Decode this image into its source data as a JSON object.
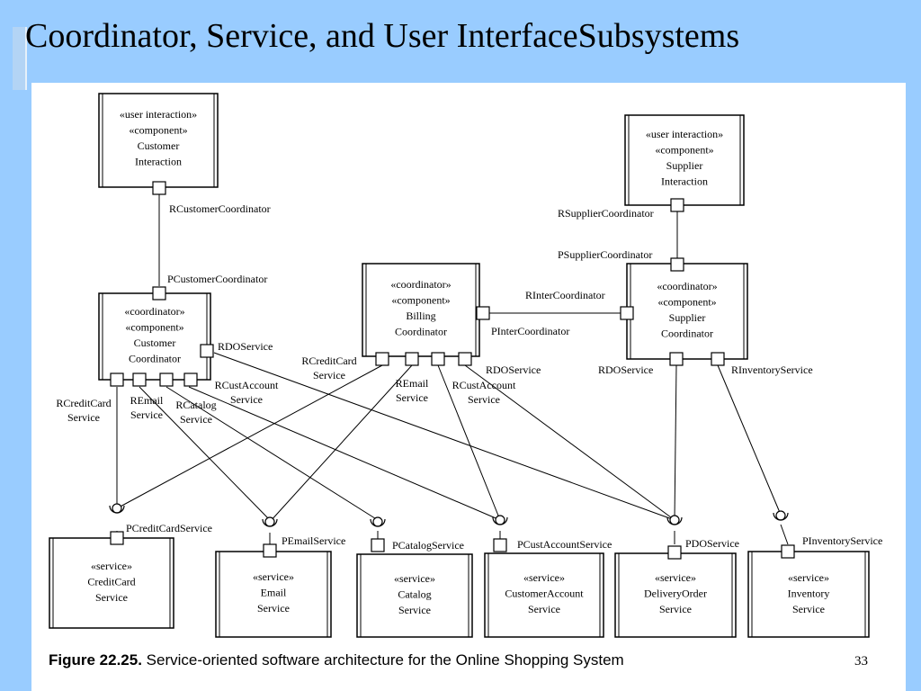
{
  "title": "Coordinator, Service, and User InterfaceSubsystems",
  "caption": {
    "figure": "Figure 22.25.",
    "text": "Service-oriented software architecture for the Online Shopping System"
  },
  "page_number": "33",
  "components": [
    {
      "id": "customer-interaction",
      "lines": [
        "«user interaction»",
        "«component»",
        "Customer",
        "Interaction"
      ]
    },
    {
      "id": "supplier-interaction",
      "lines": [
        "«user interaction»",
        "«component»",
        "Supplier",
        "Interaction"
      ]
    },
    {
      "id": "customer-coordinator",
      "lines": [
        "«coordinator»",
        "«component»",
        "Customer",
        "Coordinator"
      ]
    },
    {
      "id": "billing-coordinator",
      "lines": [
        "«coordinator»",
        "«component»",
        "Billing",
        "Coordinator"
      ]
    },
    {
      "id": "supplier-coordinator",
      "lines": [
        "«coordinator»",
        "«component»",
        "Supplier",
        "Coordinator"
      ]
    },
    {
      "id": "creditcard-service",
      "lines": [
        "«service»",
        "CreditCard",
        "Service"
      ]
    },
    {
      "id": "email-service",
      "lines": [
        "«service»",
        "Email",
        "Service"
      ]
    },
    {
      "id": "catalog-service",
      "lines": [
        "«service»",
        "Catalog",
        "Service"
      ]
    },
    {
      "id": "customeraccount-service",
      "lines": [
        "«service»",
        "CustomerAccount",
        "Service"
      ]
    },
    {
      "id": "deliveryorder-service",
      "lines": [
        "«service»",
        "DeliveryOrder",
        "Service"
      ]
    },
    {
      "id": "inventory-service",
      "lines": [
        "«service»",
        "Inventory",
        "Service"
      ]
    }
  ],
  "port_labels": [
    {
      "id": "rcustomercoordinator",
      "lines": [
        "RCustomerCoordinator"
      ]
    },
    {
      "id": "pcustomercoordinator",
      "lines": [
        "PCustomerCoordinator"
      ]
    },
    {
      "id": "rsuppliercoordinator",
      "lines": [
        "RSupplierCoordinator"
      ]
    },
    {
      "id": "psuppliercoordinator",
      "lines": [
        "PSupplierCoordinator"
      ]
    },
    {
      "id": "rintercoordinator",
      "lines": [
        "RInterCoordinator"
      ]
    },
    {
      "id": "pintercoordinator",
      "lines": [
        "PInterCoordinator"
      ]
    },
    {
      "id": "cc-rdoservice",
      "lines": [
        "RDOService"
      ]
    },
    {
      "id": "cc-rcreditcard",
      "lines": [
        "RCreditCard",
        "Service"
      ]
    },
    {
      "id": "cc-remail",
      "lines": [
        "REmail",
        "Service"
      ]
    },
    {
      "id": "cc-rcatalog",
      "lines": [
        "RCatalog",
        "Service"
      ]
    },
    {
      "id": "cc-rcustaccount",
      "lines": [
        "RCustAccount",
        "Service"
      ]
    },
    {
      "id": "bc-rcreditcard",
      "lines": [
        "RCreditCard",
        "Service"
      ]
    },
    {
      "id": "bc-remail",
      "lines": [
        "REmail",
        "Service"
      ]
    },
    {
      "id": "bc-rcustaccount",
      "lines": [
        "RCustAccount",
        "Service"
      ]
    },
    {
      "id": "bc-rdoservice",
      "lines": [
        "RDOService"
      ]
    },
    {
      "id": "sc-rdoservice",
      "lines": [
        "RDOService"
      ]
    },
    {
      "id": "sc-rinventory",
      "lines": [
        "RInventoryService"
      ]
    },
    {
      "id": "pcreditcardservice",
      "lines": [
        "PCreditCardService"
      ]
    },
    {
      "id": "pemailservice",
      "lines": [
        "PEmailService"
      ]
    },
    {
      "id": "pcatalogservice",
      "lines": [
        "PCatalogService"
      ]
    },
    {
      "id": "pcustaccountservice",
      "lines": [
        "PCustAccountService"
      ]
    },
    {
      "id": "pdoservice",
      "lines": [
        "PDOService"
      ]
    },
    {
      "id": "pinventoryservice",
      "lines": [
        "PInventoryService"
      ]
    }
  ]
}
